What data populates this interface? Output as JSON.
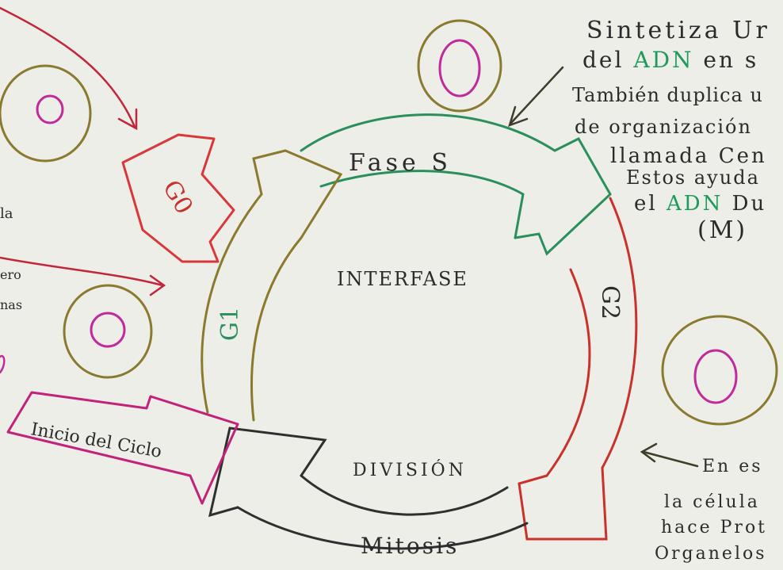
{
  "colors": {
    "paper": "#eeeee8",
    "g1_outline": "#8b7a2e",
    "s_outline": "#2a8f5a",
    "g2_outline": "#c8322b",
    "m_outline": "#2f2f2f",
    "g0_outline": "#d8383a",
    "inicio_outline": "#c2227a",
    "cell_outer": "#8a7a30",
    "nucleus": "#c02a9a",
    "highlight_green": "#1e9a5a"
  },
  "cycle": {
    "center_label": "INTERFASE",
    "phase_s": "Fase S",
    "phase_g2": "G2",
    "phase_g1": "G1",
    "phase_g0": "G0",
    "division": "DIVISIÓN",
    "mitosis": "Mitosis",
    "start_arrow": "Inicio del Ciclo"
  },
  "notes": {
    "top_right": {
      "line1": "Sintetiza Ur",
      "line2_a": "del ",
      "line2_b": "ADN",
      "line2_c": " en s",
      "line3": "También duplica u",
      "line4": "de organización",
      "line5": "llamada Cen",
      "line6": "Estos ayuda",
      "line7_a": "el ",
      "line7_b": "ADN",
      "line7_c": " Du",
      "line8": "(M)"
    },
    "bottom_right": {
      "line1": "En es",
      "line2": "la célula",
      "line3": "hace Prot",
      "line4": "Organelos"
    },
    "left_fragments": {
      "frag1": "la",
      "frag2": "ero",
      "frag3": "nas"
    }
  },
  "icons": {
    "cells": "cell-icon",
    "arrows": "pointer-arrow-icon"
  }
}
